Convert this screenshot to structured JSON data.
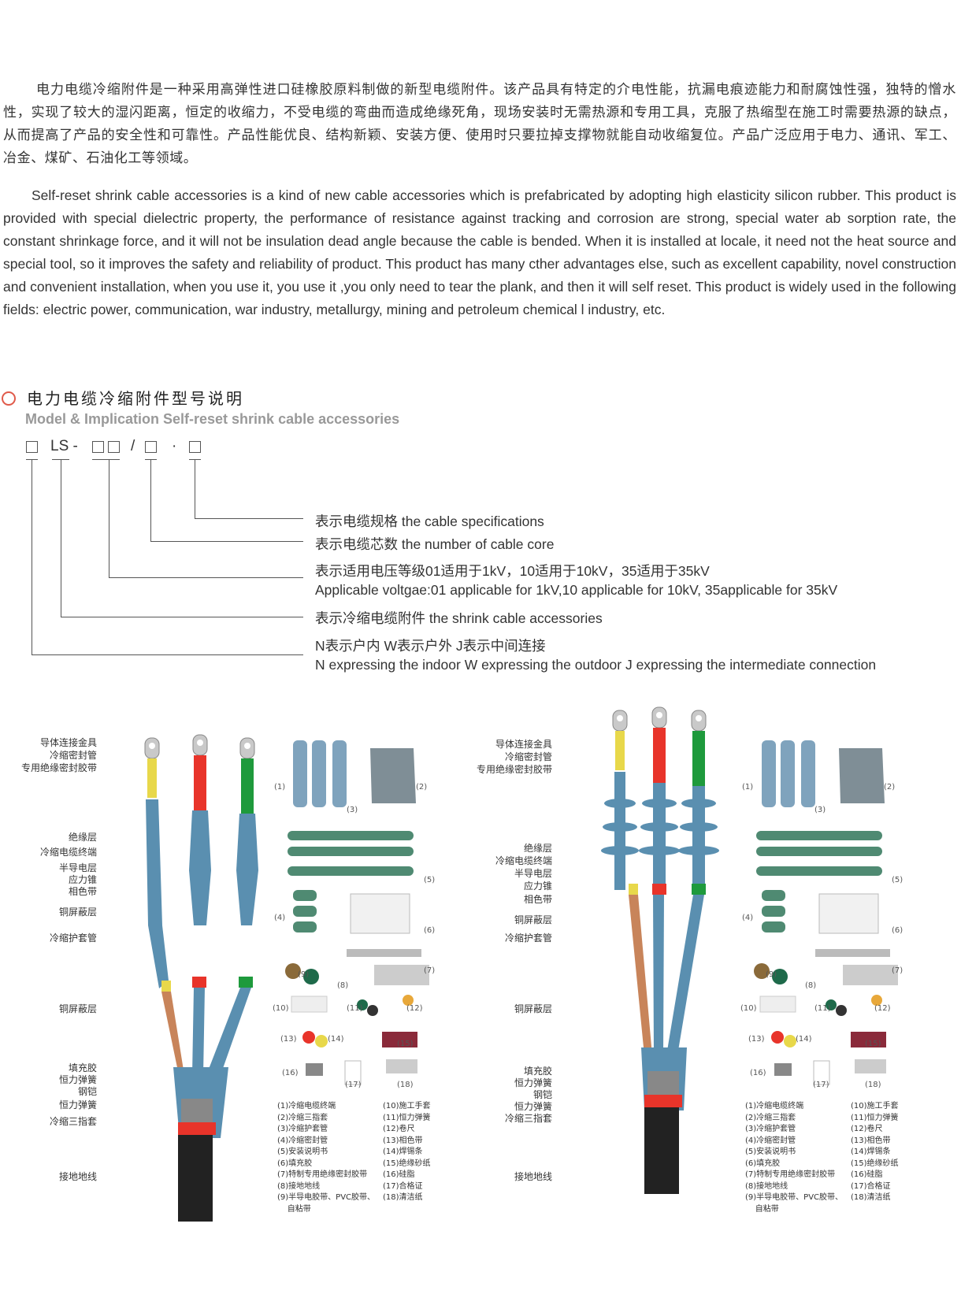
{
  "intro": {
    "cn": "电力电缆冷缩附件是一种采用高弹性进口硅橡胶原料制做的新型电缆附件。该产品具有特定的介电性能，抗漏电痕迹能力和耐腐蚀性强，独特的憎水性，实现了较大的湿闪距离，恒定的收缩力，不受电缆的弯曲而造成绝缘死角，现场安装时无需热源和专用工具，克服了热缩型在施工时需要热源的缺点，从而提高了产品的安全性和可靠性。产品性能优良、结构新颖、安装方便、使用时只要拉掉支撑物就能自动收缩复位。产品广泛应用于电力、通讯、军工、冶金、煤矿、石油化工等领域。",
    "en": "Self-reset shrink cable accessories is a kind of new cable accessories which is prefabricated by adopting high elasticity silicon rubber. This product is provided with special dielectric property, the performance of resistance against tracking and corrosion are strong, special water ab sorption rate, the constant shrinkage force, and it will not be insulation dead angle because the cable is bended. When it is installed at locale, it need not the heat source and special tool, so it improves the safety and reliability of product. This product has many cther advantages else, such as excellent capability, novel construction and convenient installation, when you use it, you use it ,you only need to tear the plank, and then it will self reset. This product is widely used in the following fields: electric power, communication, war industry, metallurgy, mining and petroleum chemical l industry, etc."
  },
  "section": {
    "title": "电力电缆冷缩附件型号说明",
    "subtitle": "Model & Implication Self-reset shrink cable accessories"
  },
  "model": {
    "ls": "LS -",
    "slash": "/",
    "dot": "·"
  },
  "legend": [
    {
      "cn": "表示电缆规格 the cable specifications"
    },
    {
      "cn": "表示电缆芯数 the number of cable core"
    },
    {
      "cn": "表示适用电压等级01适用于1kV，10适用于10kV，35适用于35kV",
      "en": "Applicable voltgae:01 applicable for 1kV,10 applicable for 10kV, 35applicable for 35kV"
    },
    {
      "cn": "表示冷缩电缆附件 the shrink cable accessories"
    },
    {
      "cn": "N表示户内  W表示户外  J表示中间连接",
      "en": "N expressing the indoor W expressing the outdoor J expressing the intermediate connection"
    }
  ],
  "left_labels": [
    "导体连接金具",
    "冷缩密封管",
    "专用绝缘密封胶带",
    "绝缘层",
    "冷缩电缆终端",
    "半导电层",
    "应力锥",
    "相色带",
    "铜屏蔽层",
    "冷缩护套管",
    "铜屏蔽层",
    "填充胶",
    "恒力弹簧",
    "钢铠",
    "恒力弹簧",
    "冷缩三指套",
    "接地地线"
  ],
  "right_labels": [
    "导体连接金具",
    "冷缩密封管",
    "专用绝缘密封胶带",
    "绝缘层",
    "冷缩电缆终端",
    "半导电层",
    "应力锥",
    "相色带",
    "铜屏蔽层",
    "冷缩护套管",
    "铜屏蔽层",
    "填充胶",
    "恒力弹簧",
    "钢铠",
    "恒力弹簧",
    "冷缩三指套",
    "接地地线"
  ],
  "part_numbers": [
    "(1)",
    "(2)",
    "(3)",
    "(4)",
    "(5)",
    "(6)",
    "(7)",
    "(8)",
    "(9)",
    "(10)",
    "(11)",
    "(12)",
    "(13)",
    "(14)",
    "(15)",
    "(16)",
    "(17)",
    "(18)"
  ],
  "parts_list_left": "(1)冷缩电缆终端\n(2)冷缩三指套\n(3)冷缩护套管\n(4)冷缩密封管\n(5)安装说明书\n(6)填充胶\n(7)特制专用绝缘密封胶带\n(8)接地地线\n(9)半导电胶带、PVC胶带、\n    自粘带",
  "parts_list_right": "(10)施工手套\n(11)恒力弹簧\n(12)卷尺\n(13)相色带\n(14)焊锡条\n(15)绝缘砂纸\n(16)硅脂\n(17)合格证\n(18)清洁纸",
  "colors": {
    "red": "#e8342a",
    "green": "#1e9a3c",
    "yellow": "#e8d84a",
    "cable": "#5a8fb0",
    "copper": "#c8845a"
  }
}
